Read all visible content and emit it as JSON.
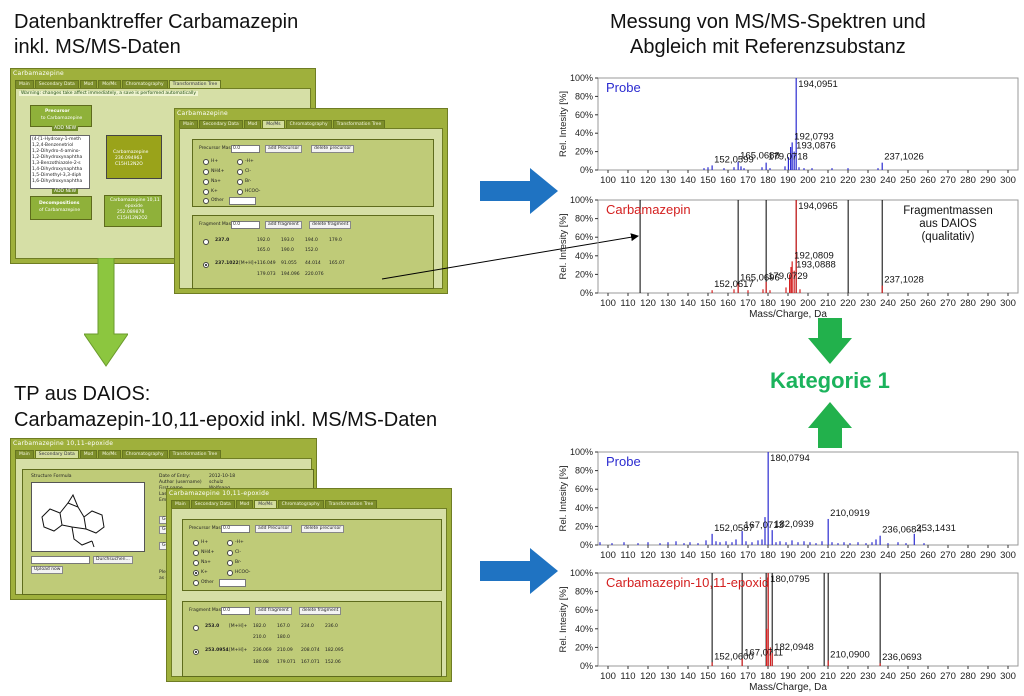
{
  "headings": {
    "top_left": [
      "Datenbanktreffer Carbamazepin",
      "inkl. MS/MS-Daten"
    ],
    "top_right": [
      "Messung von MS/MS-Spektren und",
      "Abgleich mit Referenzsubstanz"
    ],
    "bottom_left": [
      "TP aus DAIOS:",
      "Carbamazepin-10,11-epoxid inkl. MS/MS-Daten"
    ],
    "category": "Kategorie 1"
  },
  "colors": {
    "probe": "#2b2bd0",
    "reference": "#d42020",
    "green_text": "#1bb35c",
    "green_arrow": "#22b14c",
    "blue_arrow": "#1f73c2",
    "lime_arrow": "#8cc63f"
  },
  "win_a": {
    "title": "Carbamazepine",
    "tabs": [
      "Main",
      "Secondary Data",
      "Mod",
      "Mo/Ms",
      "Chromatography",
      "Transformation Tree"
    ],
    "warning": "Warning: changes take affect immediately, a save is performed automatically",
    "precursor_label": "Precursor",
    "precursor_sub": "to Carbamazepine",
    "add_new_1": "ADD NEW",
    "list_items": [
      "(4-[1-Hydroxy-1-meth",
      "1,2,4-Benzenetriol",
      "1,2-Dihydro-4-amino-",
      "1,2-Dihydroxynaphtha",
      "1,3-Benzothiazole-2-s",
      "1,4-Dihydroxynaphtha",
      "1,5-Dimethyl-3,3-diph",
      "1,6-Dihydroxynaphtha"
    ],
    "center_name": "Carbamazepine",
    "center_mass": "236.094963",
    "center_formula": "C15H12N2O",
    "add_new_2": "ADD NEW",
    "decomp_label": "Decompositions",
    "decomp_sub": "of Carbamazepine",
    "product_name": "Carbamazepine 10,11",
    "product_sub": "epoxide",
    "product_mass": "252.089878",
    "product_formula": "C15H12N2O2"
  },
  "win_b": {
    "title": "Carbamazepine",
    "tabs": [
      "Main",
      "Secondary Data",
      "Mod",
      "Mo/Ms",
      "Chromatography",
      "Transformation Tree"
    ],
    "precursor_mass_label": "Precursor Mass",
    "precursor_mass_value": "0.0",
    "add_precursor": "add Precursor",
    "delete_precursor": "delete precursor",
    "adducts_left": [
      "H+",
      "NH4+",
      "Na+",
      "K+",
      "Other"
    ],
    "adducts_right": [
      "-H+",
      "Cl-",
      "Br-",
      "HCOO-"
    ],
    "fragment_mass_label": "Fragment Mass",
    "fragment_mass_value": "0.0",
    "add_fragment": "add fragment",
    "delete_fragment": "delete fragment",
    "row1_mass": "237.0",
    "row1_vals": [
      "192.0",
      "193.0",
      "194.0",
      "179.0",
      "165.0",
      "190.0",
      "152.0"
    ],
    "row2_mass": "237.1022",
    "row2_adduct": "[M+H]+",
    "row2_vals": [
      "116.049",
      "91.055",
      "44.014",
      "165.07",
      "179.073",
      "194.096",
      "220.076"
    ]
  },
  "win_c": {
    "title": "Carbamazepine 10,11-epoxide",
    "tabs": [
      "Main",
      "Secondary Data",
      "Mod",
      "Mo/Ms",
      "Chromatography",
      "Transformation Tree"
    ],
    "structure_label": "Structure Formula",
    "date_label": "Date of Entry:",
    "date_value": "2012-10-18",
    "author_label": "Author (username)",
    "author_value": "schulz",
    "first_name_label": "First name",
    "first_name_value": "Wolfgang",
    "last_label": "Last N",
    "email_label": "Email",
    "gen_buttons": [
      "Gene",
      "Gene",
      "Gene"
    ],
    "browse_button": "Durchsuchen...",
    "upload_button": "Upload now",
    "please_text": "Please",
    "as_text": "as (PC"
  },
  "win_d": {
    "title": "Carbamazepine 10,11-epoxide",
    "tabs": [
      "Main",
      "Secondary Data",
      "Mod",
      "Mo/Ms",
      "Chromatography",
      "Transformation Tree"
    ],
    "precursor_mass_label": "Precursor Mass",
    "precursor_mass_value": "0.0",
    "add_precursor": "add Precursor",
    "delete_precursor": "delete precursor",
    "adducts_left": [
      "H+",
      "NH4+",
      "Na+",
      "K+",
      "Other"
    ],
    "adducts_right": [
      "-H+",
      "Cl-",
      "Br-",
      "HCOO-"
    ],
    "fragment_mass_label": "Fragment Mass",
    "fragment_mass_value": "0.0",
    "add_fragment": "add fragment",
    "delete_fragment": "delete fragment",
    "row1_mass": "253.0",
    "row1_adduct": "[M+H]+",
    "row1_vals": [
      "182.0",
      "167.0",
      "234.0",
      "236.0",
      "210.0",
      "180.0"
    ],
    "row2_mass": "253.0954",
    "row2_adduct": "[M+H]+",
    "row2_vals": [
      "236.069",
      "210.09",
      "208.074",
      "182.095",
      "180.08",
      "179.071",
      "167.071",
      "152.06"
    ]
  },
  "chart_data": [
    {
      "type": "bar",
      "label": "Probe",
      "ylabel": "Rel. Intesity [%]",
      "xlim": [
        95,
        305
      ],
      "ylim": [
        0,
        100
      ],
      "xticks": [
        100,
        110,
        120,
        130,
        140,
        150,
        160,
        170,
        180,
        190,
        200,
        210,
        220,
        230,
        240,
        250,
        260,
        270,
        280,
        290,
        300
      ],
      "yticks": [
        "0%",
        "20%",
        "40%",
        "60%",
        "80%",
        "100%"
      ],
      "peaks": [
        {
          "x": 152.0599,
          "y": 5
        },
        {
          "x": 165.0688,
          "y": 9
        },
        {
          "x": 179.0718,
          "y": 8
        },
        {
          "x": 190.2,
          "y": 14
        },
        {
          "x": 191.3,
          "y": 25
        },
        {
          "x": 192.0793,
          "y": 30
        },
        {
          "x": 193.0876,
          "y": 20
        },
        {
          "x": 194.0951,
          "y": 100
        },
        {
          "x": 237.1026,
          "y": 8
        },
        {
          "x": 148,
          "y": 2
        },
        {
          "x": 150,
          "y": 3
        },
        {
          "x": 158,
          "y": 2
        },
        {
          "x": 163,
          "y": 3
        },
        {
          "x": 166.5,
          "y": 4
        },
        {
          "x": 168,
          "y": 2
        },
        {
          "x": 177,
          "y": 3
        },
        {
          "x": 181,
          "y": 2
        },
        {
          "x": 188.5,
          "y": 4
        },
        {
          "x": 195.5,
          "y": 3
        },
        {
          "x": 198,
          "y": 2
        },
        {
          "x": 202,
          "y": 2
        },
        {
          "x": 212,
          "y": 2
        },
        {
          "x": 220,
          "y": 2
        },
        {
          "x": 235,
          "y": 2
        }
      ],
      "labels": [
        {
          "x": 194.0951,
          "text": "194,0951"
        },
        {
          "x": 192.0793,
          "text": "192,0793"
        },
        {
          "x": 193.0876,
          "text": "193,0876"
        },
        {
          "x": 165.0688,
          "text": "165,0688"
        },
        {
          "x": 179.0718,
          "text": "179,0718"
        },
        {
          "x": 152.0599,
          "text": "152,0599"
        },
        {
          "x": 237.1026,
          "text": "237,1026"
        }
      ]
    },
    {
      "type": "bar",
      "label": "Carbamazepin",
      "ylabel": "Rel. Intesity [%]",
      "xlabel": "Mass/Charge, Da",
      "xlim": [
        95,
        305
      ],
      "ylim": [
        0,
        100
      ],
      "xticks": [
        100,
        110,
        120,
        130,
        140,
        150,
        160,
        170,
        180,
        190,
        200,
        210,
        220,
        230,
        240,
        250,
        260,
        270,
        280,
        290,
        300
      ],
      "yticks": [
        "0%",
        "20%",
        "40%",
        "60%",
        "80%",
        "100%"
      ],
      "peaks": [
        {
          "x": 152.0617,
          "y": 3
        },
        {
          "x": 165.0696,
          "y": 10
        },
        {
          "x": 179.0729,
          "y": 12
        },
        {
          "x": 190.8,
          "y": 20
        },
        {
          "x": 191.5,
          "y": 28
        },
        {
          "x": 192.0809,
          "y": 34
        },
        {
          "x": 193.0888,
          "y": 24
        },
        {
          "x": 194.0965,
          "y": 100
        },
        {
          "x": 237.1028,
          "y": 8
        },
        {
          "x": 163,
          "y": 4
        },
        {
          "x": 170,
          "y": 3
        },
        {
          "x": 177.5,
          "y": 4
        },
        {
          "x": 181,
          "y": 3
        },
        {
          "x": 189,
          "y": 6
        },
        {
          "x": 196,
          "y": 4
        }
      ],
      "ref_lines": [
        116.049,
        165.07,
        179.073,
        194.096,
        220.076,
        237.1022
      ],
      "labels": [
        {
          "x": 194.0965,
          "text": "194,0965"
        },
        {
          "x": 192.0809,
          "text": "192,0809"
        },
        {
          "x": 193.0888,
          "text": "193,0888"
        },
        {
          "x": 165.0696,
          "text": "165,0696"
        },
        {
          "x": 179.0729,
          "text": "179,0729"
        },
        {
          "x": 152.0617,
          "text": "152,0617"
        },
        {
          "x": 237.1028,
          "text": "237,1028"
        }
      ],
      "annotation": [
        "Fragmentmassen",
        "aus DAIOS",
        "(qualitativ)"
      ]
    },
    {
      "type": "bar",
      "label": "Probe",
      "ylabel": "Rel. Intesity [%]",
      "xlim": [
        95,
        305
      ],
      "ylim": [
        0,
        100
      ],
      "xticks": [
        100,
        110,
        120,
        130,
        140,
        150,
        160,
        170,
        180,
        190,
        200,
        210,
        220,
        230,
        240,
        250,
        260,
        270,
        280,
        290,
        300
      ],
      "yticks": [
        "0%",
        "20%",
        "40%",
        "60%",
        "80%",
        "100%"
      ],
      "peaks": [
        {
          "x": 152.0587,
          "y": 12
        },
        {
          "x": 167.0713,
          "y": 15
        },
        {
          "x": 180.0794,
          "y": 100
        },
        {
          "x": 182.0939,
          "y": 16
        },
        {
          "x": 210.0919,
          "y": 28
        },
        {
          "x": 236.0684,
          "y": 10
        },
        {
          "x": 253.1431,
          "y": 12
        },
        {
          "x": 178.5,
          "y": 30
        },
        {
          "x": 177,
          "y": 6
        },
        {
          "x": 96,
          "y": 3
        },
        {
          "x": 102,
          "y": 2
        },
        {
          "x": 108,
          "y": 3
        },
        {
          "x": 115,
          "y": 2
        },
        {
          "x": 120,
          "y": 3
        },
        {
          "x": 126,
          "y": 2
        },
        {
          "x": 130,
          "y": 3
        },
        {
          "x": 134,
          "y": 4
        },
        {
          "x": 138,
          "y": 2
        },
        {
          "x": 141,
          "y": 3
        },
        {
          "x": 145,
          "y": 2
        },
        {
          "x": 149,
          "y": 5
        },
        {
          "x": 154,
          "y": 4
        },
        {
          "x": 156,
          "y": 3
        },
        {
          "x": 159,
          "y": 4
        },
        {
          "x": 162,
          "y": 3
        },
        {
          "x": 164,
          "y": 6
        },
        {
          "x": 169,
          "y": 4
        },
        {
          "x": 172,
          "y": 3
        },
        {
          "x": 175,
          "y": 5
        },
        {
          "x": 184,
          "y": 3
        },
        {
          "x": 186,
          "y": 4
        },
        {
          "x": 189,
          "y": 3
        },
        {
          "x": 192,
          "y": 5
        },
        {
          "x": 195,
          "y": 3
        },
        {
          "x": 198,
          "y": 4
        },
        {
          "x": 201,
          "y": 3
        },
        {
          "x": 204,
          "y": 2
        },
        {
          "x": 207,
          "y": 4
        },
        {
          "x": 212,
          "y": 3
        },
        {
          "x": 215,
          "y": 2
        },
        {
          "x": 218,
          "y": 3
        },
        {
          "x": 221,
          "y": 2
        },
        {
          "x": 225,
          "y": 3
        },
        {
          "x": 229,
          "y": 2
        },
        {
          "x": 232,
          "y": 3
        },
        {
          "x": 234,
          "y": 6
        },
        {
          "x": 240,
          "y": 2
        },
        {
          "x": 245,
          "y": 3
        },
        {
          "x": 249,
          "y": 2
        },
        {
          "x": 258,
          "y": 2
        }
      ],
      "labels": [
        {
          "x": 180.0794,
          "text": "180,0794"
        },
        {
          "x": 182.0939,
          "text": "182,0939"
        },
        {
          "x": 167.0713,
          "text": "167,0713"
        },
        {
          "x": 152.0587,
          "text": "152,0587"
        },
        {
          "x": 210.0919,
          "text": "210,0919"
        },
        {
          "x": 236.0684,
          "text": "236,0684"
        },
        {
          "x": 253.1431,
          "text": "253,1431"
        }
      ]
    },
    {
      "type": "bar",
      "label": "Carbamazepin-10,11-epoxid",
      "ylabel": "Rel. Intesity [%]",
      "xlabel": "Mass/Charge, Da",
      "xlim": [
        95,
        305
      ],
      "ylim": [
        0,
        100
      ],
      "xticks": [
        100,
        110,
        120,
        130,
        140,
        150,
        160,
        170,
        180,
        190,
        200,
        210,
        220,
        230,
        240,
        250,
        260,
        270,
        280,
        290,
        300
      ],
      "yticks": [
        "0%",
        "20%",
        "40%",
        "60%",
        "80%",
        "100%"
      ],
      "peaks": [
        {
          "x": 180.0795,
          "y": 100
        },
        {
          "x": 179.3,
          "y": 40
        },
        {
          "x": 181.2,
          "y": 20
        },
        {
          "x": 182.0948,
          "y": 14
        },
        {
          "x": 167.0711,
          "y": 8
        },
        {
          "x": 152.06,
          "y": 4
        },
        {
          "x": 210.09,
          "y": 6
        },
        {
          "x": 236.0693,
          "y": 3
        }
      ],
      "ref_lines": [
        152.06,
        167.071,
        179.071,
        180.08,
        182.095,
        208.074,
        210.09,
        236.069
      ],
      "labels": [
        {
          "x": 180.0795,
          "text": "180,0795"
        },
        {
          "x": 182.0948,
          "text": "182,0948"
        },
        {
          "x": 167.0711,
          "text": "167,0711"
        },
        {
          "x": 152.06,
          "text": "152,0600"
        },
        {
          "x": 210.09,
          "text": "210,0900"
        },
        {
          "x": 236.0693,
          "text": "236,0693"
        }
      ]
    }
  ]
}
